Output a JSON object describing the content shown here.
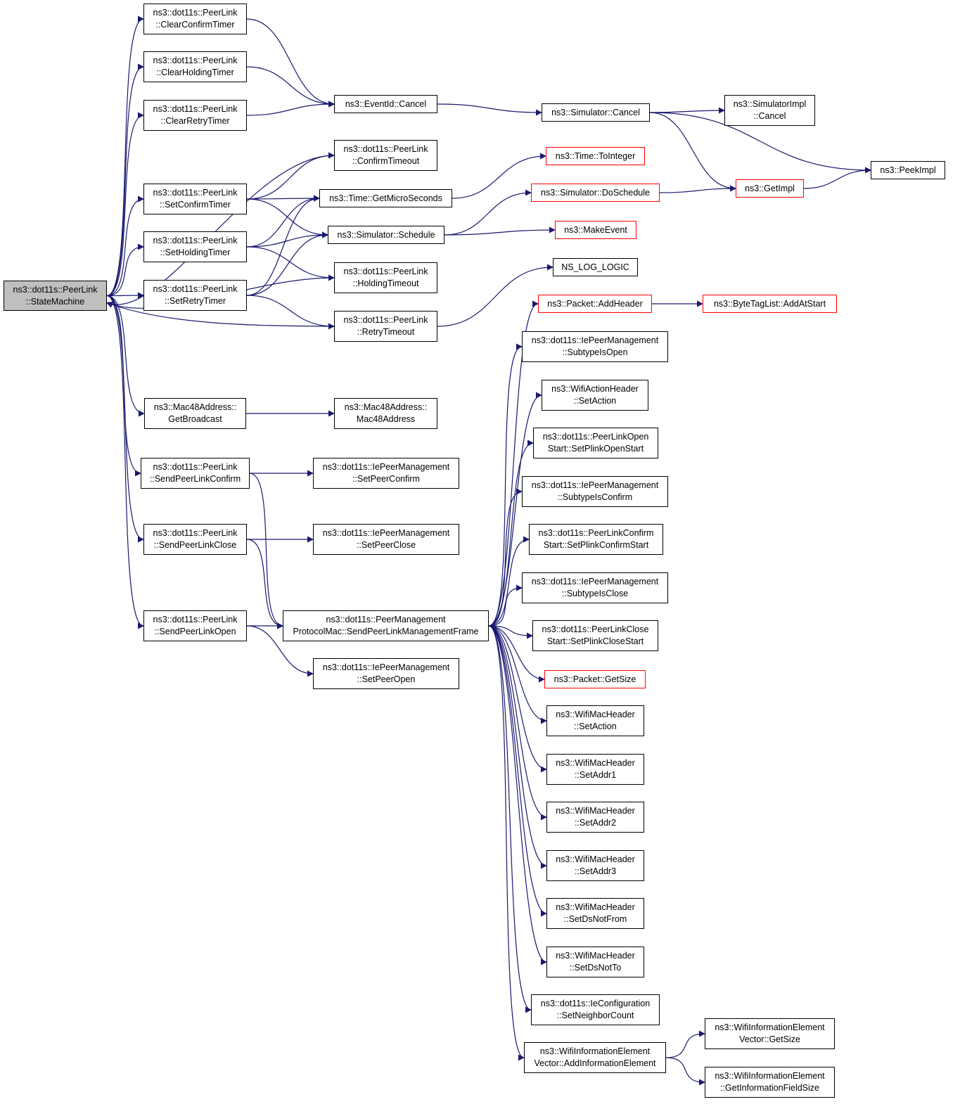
{
  "colors": {
    "edge": "#191970",
    "node_border": "#000000",
    "truncated_border": "#ff0000",
    "root_fill": "#bfbfbf"
  },
  "nodes": {
    "state_machine": {
      "line1": "ns3::dot11s::PeerLink",
      "line2": "::StateMachine"
    },
    "clear_confirm_timer": {
      "line1": "ns3::dot11s::PeerLink",
      "line2": "::ClearConfirmTimer"
    },
    "clear_holding_timer": {
      "line1": "ns3::dot11s::PeerLink",
      "line2": "::ClearHoldingTimer"
    },
    "clear_retry_timer": {
      "line1": "ns3::dot11s::PeerLink",
      "line2": "::ClearRetryTimer"
    },
    "eventid_cancel": {
      "line1": "ns3::EventId::Cancel"
    },
    "simulator_cancel": {
      "line1": "ns3::Simulator::Cancel"
    },
    "simulatorimpl_cancel": {
      "line1": "ns3::SimulatorImpl",
      "line2": "::Cancel"
    },
    "peek_impl": {
      "line1": "ns3::PeekImpl"
    },
    "get_impl": {
      "line1": "ns3::GetImpl"
    },
    "confirm_timeout": {
      "line1": "ns3::dot11s::PeerLink",
      "line2": "::ConfirmTimeout"
    },
    "time_tointeger": {
      "line1": "ns3::Time::ToInteger"
    },
    "set_confirm_timer": {
      "line1": "ns3::dot11s::PeerLink",
      "line2": "::SetConfirmTimer"
    },
    "time_getmicroseconds": {
      "line1": "ns3::Time::GetMicroSeconds"
    },
    "simulator_doschedule": {
      "line1": "ns3::Simulator::DoSchedule"
    },
    "simulator_schedule": {
      "line1": "ns3::Simulator::Schedule"
    },
    "make_event": {
      "line1": "ns3::MakeEvent"
    },
    "set_holding_timer": {
      "line1": "ns3::dot11s::PeerLink",
      "line2": "::SetHoldingTimer"
    },
    "holding_timeout": {
      "line1": "ns3::dot11s::PeerLink",
      "line2": "::HoldingTimeout"
    },
    "ns_log_logic": {
      "line1": "NS_LOG_LOGIC"
    },
    "set_retry_timer": {
      "line1": "ns3::dot11s::PeerLink",
      "line2": "::SetRetryTimer"
    },
    "retry_timeout": {
      "line1": "ns3::dot11s::PeerLink",
      "line2": "::RetryTimeout"
    },
    "packet_addheader": {
      "line1": "ns3::Packet::AddHeader"
    },
    "bytetaglist_addatstart": {
      "line1": "ns3::ByteTagList::AddAtStart"
    },
    "subtype_is_open": {
      "line1": "ns3::dot11s::IePeerManagement",
      "line2": "::SubtypeIsOpen"
    },
    "wifiactionheader_setaction": {
      "line1": "ns3::WifiActionHeader",
      "line2": "::SetAction"
    },
    "mac48_getbroadcast": {
      "line1": "ns3::Mac48Address::",
      "line2": "GetBroadcast"
    },
    "mac48_ctor": {
      "line1": "ns3::Mac48Address::",
      "line2": "Mac48Address"
    },
    "set_plink_open_start": {
      "line1": "ns3::dot11s::PeerLinkOpen",
      "line2": "Start::SetPlinkOpenStart"
    },
    "send_peer_link_confirm": {
      "line1": "ns3::dot11s::PeerLink",
      "line2": "::SendPeerLinkConfirm"
    },
    "set_peer_confirm": {
      "line1": "ns3::dot11s::IePeerManagement",
      "line2": "::SetPeerConfirm"
    },
    "subtype_is_confirm": {
      "line1": "ns3::dot11s::IePeerManagement",
      "line2": "::SubtypeIsConfirm"
    },
    "send_peer_link_close": {
      "line1": "ns3::dot11s::PeerLink",
      "line2": "::SendPeerLinkClose"
    },
    "set_peer_close": {
      "line1": "ns3::dot11s::IePeerManagement",
      "line2": "::SetPeerClose"
    },
    "set_plink_confirm_start": {
      "line1": "ns3::dot11s::PeerLinkConfirm",
      "line2": "Start::SetPlinkConfirmStart"
    },
    "subtype_is_close": {
      "line1": "ns3::dot11s::IePeerManagement",
      "line2": "::SubtypeIsClose"
    },
    "send_peer_link_open": {
      "line1": "ns3::dot11s::PeerLink",
      "line2": "::SendPeerLinkOpen"
    },
    "send_plm_frame": {
      "line1": "ns3::dot11s::PeerManagement",
      "line2": "ProtocolMac::SendPeerLinkManagementFrame"
    },
    "set_plink_close_start": {
      "line1": "ns3::dot11s::PeerLinkClose",
      "line2": "Start::SetPlinkCloseStart"
    },
    "set_peer_open": {
      "line1": "ns3::dot11s::IePeerManagement",
      "line2": "::SetPeerOpen"
    },
    "packet_getsize": {
      "line1": "ns3::Packet::GetSize"
    },
    "wmh_setaction": {
      "line1": "ns3::WifiMacHeader",
      "line2": "::SetAction"
    },
    "wmh_setaddr1": {
      "line1": "ns3::WifiMacHeader",
      "line2": "::SetAddr1"
    },
    "wmh_setaddr2": {
      "line1": "ns3::WifiMacHeader",
      "line2": "::SetAddr2"
    },
    "wmh_setaddr3": {
      "line1": "ns3::WifiMacHeader",
      "line2": "::SetAddr3"
    },
    "wmh_setdsnotfrom": {
      "line1": "ns3::WifiMacHeader",
      "line2": "::SetDsNotFrom"
    },
    "wmh_setdsnotto": {
      "line1": "ns3::WifiMacHeader",
      "line2": "::SetDsNotTo"
    },
    "ieconfig_setneighborcount": {
      "line1": "ns3::dot11s::IeConfiguration",
      "line2": "::SetNeighborCount"
    },
    "wiev_add": {
      "line1": "ns3::WifiInformationElement",
      "line2": "Vector::AddInformationElement"
    },
    "wiev_getsize": {
      "line1": "ns3::WifiInformationElement",
      "line2": "Vector::GetSize"
    },
    "wiev_getfieldsize": {
      "line1": "ns3::WifiInformationElement",
      "line2": "::GetInformationFieldSize"
    }
  },
  "edges": [
    [
      "state_machine",
      "clear_confirm_timer"
    ],
    [
      "state_machine",
      "clear_holding_timer"
    ],
    [
      "state_machine",
      "clear_retry_timer"
    ],
    [
      "state_machine",
      "set_confirm_timer"
    ],
    [
      "state_machine",
      "set_holding_timer"
    ],
    [
      "state_machine",
      "set_retry_timer"
    ],
    [
      "state_machine",
      "mac48_getbroadcast"
    ],
    [
      "state_machine",
      "send_peer_link_confirm"
    ],
    [
      "state_machine",
      "send_peer_link_close"
    ],
    [
      "state_machine",
      "send_peer_link_open"
    ],
    [
      "confirm_timeout",
      "state_machine"
    ],
    [
      "holding_timeout",
      "state_machine"
    ],
    [
      "retry_timeout",
      "state_machine"
    ],
    [
      "clear_confirm_timer",
      "eventid_cancel"
    ],
    [
      "clear_holding_timer",
      "eventid_cancel"
    ],
    [
      "clear_retry_timer",
      "eventid_cancel"
    ],
    [
      "eventid_cancel",
      "simulator_cancel"
    ],
    [
      "simulator_cancel",
      "simulatorimpl_cancel"
    ],
    [
      "simulator_cancel",
      "peek_impl"
    ],
    [
      "simulator_cancel",
      "get_impl"
    ],
    [
      "get_impl",
      "peek_impl"
    ],
    [
      "set_confirm_timer",
      "confirm_timeout"
    ],
    [
      "set_confirm_timer",
      "time_getmicroseconds"
    ],
    [
      "set_confirm_timer",
      "simulator_schedule"
    ],
    [
      "set_holding_timer",
      "time_getmicroseconds"
    ],
    [
      "set_holding_timer",
      "simulator_schedule"
    ],
    [
      "set_holding_timer",
      "holding_timeout"
    ],
    [
      "set_retry_timer",
      "time_getmicroseconds"
    ],
    [
      "set_retry_timer",
      "simulator_schedule"
    ],
    [
      "set_retry_timer",
      "retry_timeout"
    ],
    [
      "time_getmicroseconds",
      "time_tointeger"
    ],
    [
      "simulator_schedule",
      "simulator_doschedule"
    ],
    [
      "simulator_schedule",
      "make_event"
    ],
    [
      "simulator_doschedule",
      "get_impl"
    ],
    [
      "retry_timeout",
      "ns_log_logic"
    ],
    [
      "mac48_getbroadcast",
      "mac48_ctor"
    ],
    [
      "send_peer_link_confirm",
      "set_peer_confirm"
    ],
    [
      "send_peer_link_confirm",
      "send_plm_frame"
    ],
    [
      "send_peer_link_close",
      "set_peer_close"
    ],
    [
      "send_peer_link_close",
      "send_plm_frame"
    ],
    [
      "send_peer_link_open",
      "send_plm_frame"
    ],
    [
      "send_peer_link_open",
      "set_peer_open"
    ],
    [
      "send_plm_frame",
      "packet_addheader"
    ],
    [
      "send_plm_frame",
      "subtype_is_open"
    ],
    [
      "send_plm_frame",
      "wifiactionheader_setaction"
    ],
    [
      "send_plm_frame",
      "set_plink_open_start"
    ],
    [
      "send_plm_frame",
      "subtype_is_confirm"
    ],
    [
      "send_plm_frame",
      "set_plink_confirm_start"
    ],
    [
      "send_plm_frame",
      "subtype_is_close"
    ],
    [
      "send_plm_frame",
      "set_plink_close_start"
    ],
    [
      "send_plm_frame",
      "packet_getsize"
    ],
    [
      "send_plm_frame",
      "wmh_setaction"
    ],
    [
      "send_plm_frame",
      "wmh_setaddr1"
    ],
    [
      "send_plm_frame",
      "wmh_setaddr2"
    ],
    [
      "send_plm_frame",
      "wmh_setaddr3"
    ],
    [
      "send_plm_frame",
      "wmh_setdsnotfrom"
    ],
    [
      "send_plm_frame",
      "wmh_setdsnotto"
    ],
    [
      "send_plm_frame",
      "ieconfig_setneighborcount"
    ],
    [
      "send_plm_frame",
      "wiev_add"
    ],
    [
      "packet_addheader",
      "bytetaglist_addatstart"
    ],
    [
      "wiev_add",
      "wiev_getsize"
    ],
    [
      "wiev_add",
      "wiev_getfieldsize"
    ]
  ]
}
